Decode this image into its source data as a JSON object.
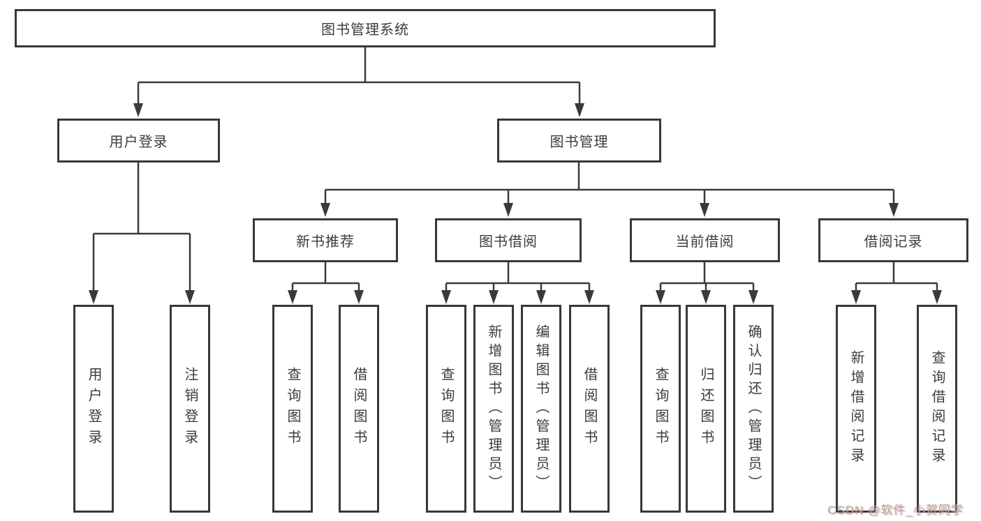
{
  "diagram_type": "hierarchy-tree",
  "colors": {
    "background": "#ffffff",
    "box_border": "#383838",
    "box_background": "#ffffff",
    "line": "#3a3a3a",
    "label_text": "#3c3c3c",
    "watermark_text": "#ababab",
    "watermark_shadow": "#e87464"
  },
  "tree": {
    "root": {
      "label": "图书管理系统",
      "children": [
        {
          "label": "用户登录",
          "children": [
            {
              "label": "用户登录"
            },
            {
              "label": "注销登录"
            }
          ]
        },
        {
          "label": "图书管理",
          "children": [
            {
              "label": "新书推荐",
              "children": [
                {
                  "label": "查询图书"
                },
                {
                  "label": "借阅图书"
                }
              ]
            },
            {
              "label": "图书借阅",
              "children": [
                {
                  "label": "查询图书"
                },
                {
                  "label": "新增图书（管理员）"
                },
                {
                  "label": "编辑图书（管理员）"
                },
                {
                  "label": "借阅图书"
                }
              ]
            },
            {
              "label": "当前借阅",
              "children": [
                {
                  "label": "查询图书"
                },
                {
                  "label": "归还图书"
                },
                {
                  "label": "确认归还（管理员）"
                }
              ]
            },
            {
              "label": "借阅记录",
              "children": [
                {
                  "label": "新增借阅记录"
                },
                {
                  "label": "查询借阅记录"
                }
              ]
            }
          ]
        }
      ]
    }
  },
  "watermark": {
    "text": "CSDN @软件_小贺同学"
  }
}
